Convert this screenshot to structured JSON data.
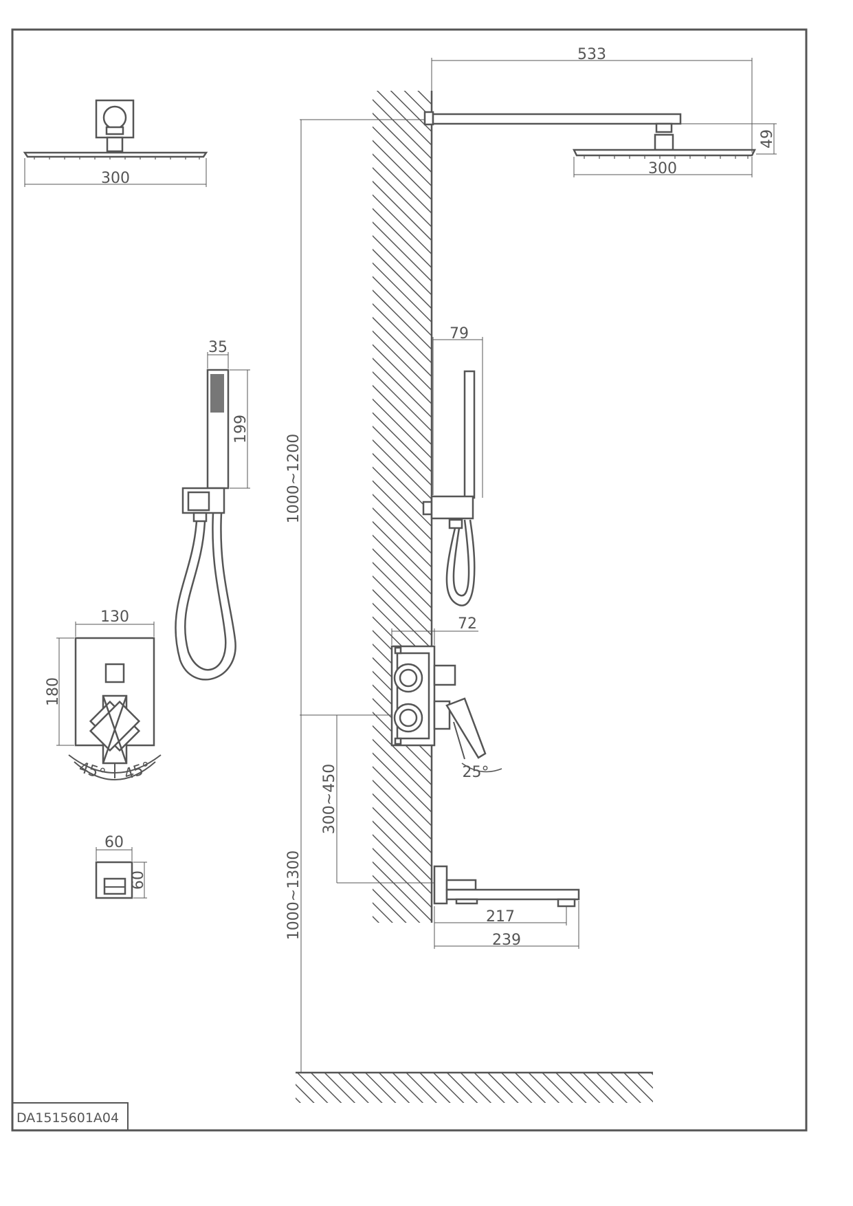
{
  "document": {
    "drawing_code": "DA1515601A04"
  },
  "colors": {
    "line": "#555555",
    "background": "#ffffff"
  },
  "dimensions": {
    "shower_head_top_view_width": "300",
    "shower_arm_length": "533",
    "shower_head_side_width": "300",
    "shower_head_side_height": "49",
    "handshower_width": "35",
    "handshower_length": "199",
    "handshower_bracket_offset": "79",
    "shower_height_range": "1000~1200",
    "valve_plate_width": "130",
    "valve_plate_height": "180",
    "handle_angle_left": "45°",
    "handle_angle_right": "45°",
    "valve_body_depth": "72",
    "handle_tilt_angle": "25°",
    "spout_to_valve_range": "300~450",
    "spout_height_range": "1000~1300",
    "diverter_width": "60",
    "diverter_height": "60",
    "spout_reach_inner": "217",
    "spout_reach_outer": "239"
  }
}
